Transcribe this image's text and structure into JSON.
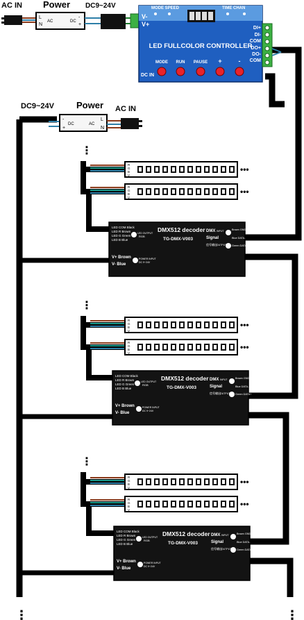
{
  "top_power": {
    "ac_in": "AC IN",
    "power": "Power",
    "dc_voltage": "DC9~24V",
    "term_l": "L",
    "term_n": "N",
    "term_ac": "AC",
    "term_dc": "DC",
    "term_plus": "+",
    "term_minus": "-"
  },
  "controller": {
    "title": "LED FULLCOLOR CONTROLLER",
    "mode_speed": "MODE  SPEED",
    "time_chan": "TIME CHAN",
    "v_minus": "V-",
    "v_plus": "V+",
    "dc_in": "DC IN",
    "buttons": [
      "MODE",
      "RUN",
      "PAUSE",
      "+",
      "-"
    ],
    "outputs": [
      "DI+",
      "DI-",
      "COM",
      "DO+",
      "DO-",
      "COM"
    ]
  },
  "left_power": {
    "dc_voltage": "DC9~24V",
    "power": "Power",
    "ac_in": "AC IN",
    "term_dc": "DC",
    "term_ac": "AC",
    "term_l": "L",
    "term_n": "N",
    "term_plus": "+",
    "term_minus": "-"
  },
  "decoder": {
    "title": "DMX512 decoder",
    "model": "TG-DMX-V003",
    "led_com": "LED COM  Black",
    "led_r": "LED R  Brown",
    "led_g": "LED G  Green",
    "led_b": "LED B  Blue",
    "led_output": "LED OUTPUT",
    "rgb": "RGB",
    "v_plus": "V+ Brown",
    "v_minus": "V- Blue",
    "power_input": "POWER INPUT",
    "power_range": "DC 9~24V",
    "dmx": "DMX",
    "signal": "Signal",
    "input": "INPUT",
    "output": "OUTPUT",
    "signal_cn": "信号输出",
    "gnd": "Brown GND",
    "data_minus": "Blue DATA-",
    "data_plus": "Green DATA+"
  },
  "strip": {
    "labels": [
      "R",
      "G",
      "B",
      "V"
    ],
    "ellipsis": "•••"
  },
  "ellipsis_vertical": "⋮"
}
